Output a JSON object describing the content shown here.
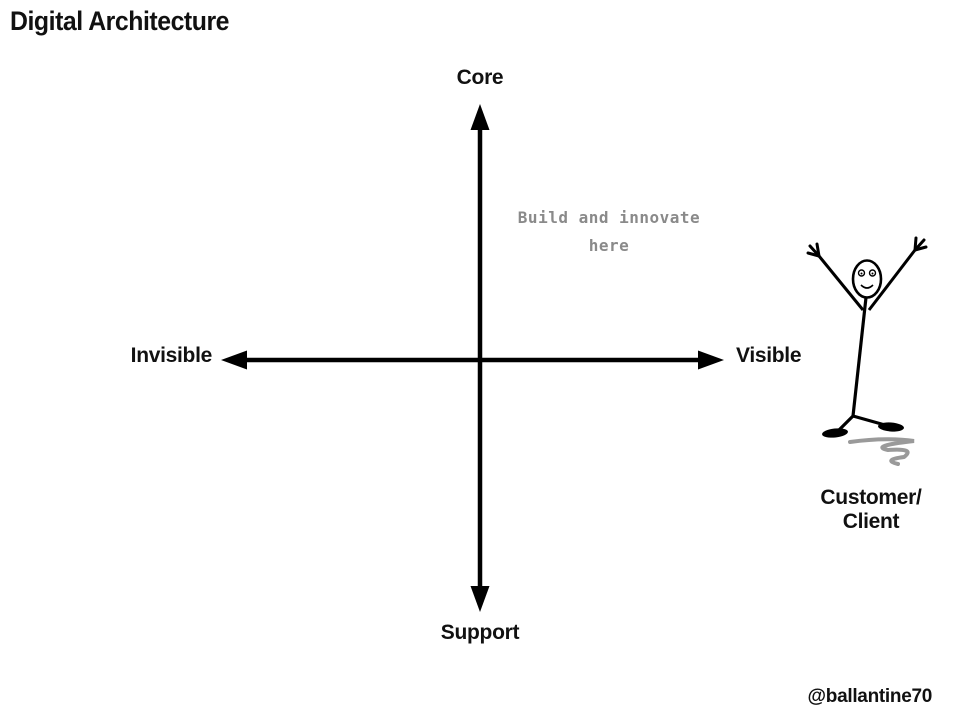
{
  "title": "Digital Architecture",
  "axes": {
    "top_label": "Core",
    "bottom_label": "Support",
    "left_label": "Invisible",
    "right_label": "Visible"
  },
  "annotation": {
    "text": "Build and innovate here"
  },
  "figure": {
    "icon": "stick-figure-arms-raised",
    "label": "Customer/\nClient"
  },
  "handle": "@ballantine70",
  "colors": {
    "axis": "#000000",
    "annotation_text": "#8a8a8a",
    "shadow": "#9a9a9a",
    "background": "#ffffff"
  },
  "chart_data": {
    "type": "quadrant-diagram",
    "vertical_axis": {
      "top": "Core",
      "bottom": "Support"
    },
    "horizontal_axis": {
      "left": "Invisible",
      "right": "Visible"
    },
    "annotations": [
      {
        "text": "Build and innovate here",
        "quadrant": "top-right"
      }
    ]
  }
}
